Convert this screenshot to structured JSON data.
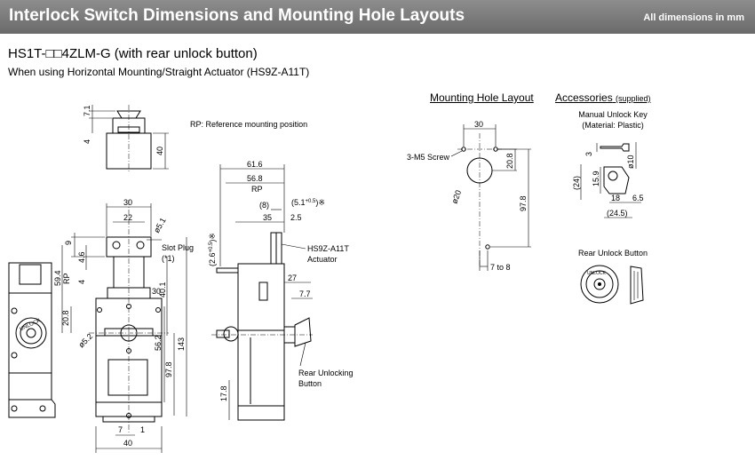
{
  "header": {
    "title": "Interlock Switch Dimensions and Mounting Hole Layouts",
    "note": "All dimensions in mm"
  },
  "model": {
    "name": "HS1T-□□4ZLM-G (with rear unlock button)",
    "subtitle": "When using Horizontal Mounting/Straight Actuator (HS9Z-A11T)"
  },
  "mounting_hole": {
    "title": "Mounting Hole Layout",
    "screw": "3-M5 Screw",
    "dims": {
      "width": "30",
      "top": "20.8",
      "total": "97.8",
      "dia": "ø20",
      "offset": "7 to 8"
    }
  },
  "accessories": {
    "title": "Accessories",
    "title_note": "(supplied)",
    "key_label_1": "Manual Unlock Key",
    "key_label_2": "(Material: Plastic)",
    "key_dims": {
      "d1": "3",
      "d2": "ø10",
      "d3": "(24)",
      "d4": "15.9",
      "d5": "18",
      "d6": "6.5",
      "d7": "(24.5)"
    },
    "button_label": "Rear Unlock Button",
    "button_text": "UNLOCK"
  },
  "views": {
    "rp_note": "RP: Reference mounting position",
    "top_dims": {
      "a": "7.1",
      "b": "4",
      "c": "40"
    },
    "front_dims": {
      "w30": "30",
      "w22": "22",
      "d51": "ø5.1",
      "d9": "9",
      "d46": "4.6",
      "d4": "4",
      "d594": "59.4",
      "rp": "RP",
      "d208": "20.8",
      "d30": "30",
      "d401": "40.1",
      "d52": "ø5.2",
      "d562": "56.2",
      "d978": "97.8",
      "d143": "143",
      "d7": "7",
      "d1": "1",
      "d40": "40"
    },
    "front_labels": {
      "slot_plug": "Slot Plug",
      "slot_note": "(*1)"
    },
    "left_label": "UNLOCK",
    "side_dims": {
      "d616": "61.6",
      "d568": "56.8",
      "rp": "RP",
      "d8": "(8)",
      "d51": "(5.1",
      "d51_tol": "+0.5",
      "d51_tol2": "0",
      "d51_end": ")※",
      "d35": "35",
      "d25": "2.5",
      "d26": "(2.6",
      "d26_tol": "+0.5",
      "d26_tol2": "0",
      "d26_end": ")※",
      "d27": "27",
      "d77": "7.7",
      "d178": "17.8"
    },
    "side_labels": {
      "actuator_1": "HS9Z-A11T",
      "actuator_2": "Actuator",
      "rear_1": "Rear Unlocking",
      "rear_2": "Button"
    }
  }
}
